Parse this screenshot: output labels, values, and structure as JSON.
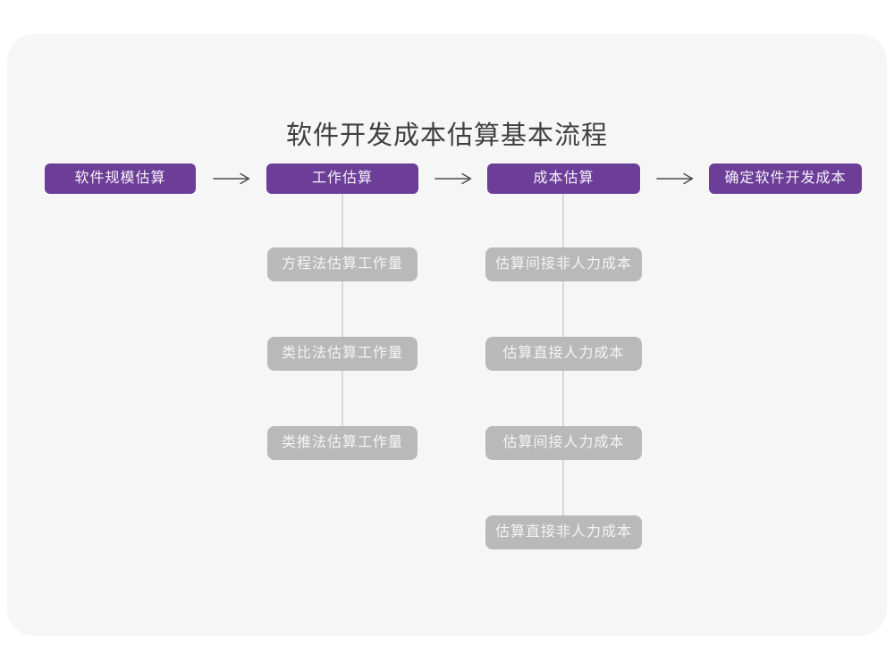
{
  "title": "软件开发成本估算基本流程",
  "colors": {
    "card_background": "#f6f6f7",
    "main_node_background": "#6c3e98",
    "sub_node_background": "#b9b9b9",
    "node_text": "#f4f4f4",
    "connector_line": "#d8d8d8",
    "arrow": "#4b4b4b",
    "title_text": "#404040"
  },
  "flow": {
    "steps": [
      {
        "label": "软件规模估算",
        "children": []
      },
      {
        "label": "工作估算",
        "children": [
          "方程法估算工作量",
          "类比法估算工作量",
          "类推法估算工作量"
        ]
      },
      {
        "label": "成本估算",
        "children": [
          "估算间接非人力成本",
          "估算直接人力成本",
          "估算间接人力成本",
          "估算直接非人力成本"
        ]
      },
      {
        "label": "确定软件开发成本",
        "children": []
      }
    ]
  }
}
